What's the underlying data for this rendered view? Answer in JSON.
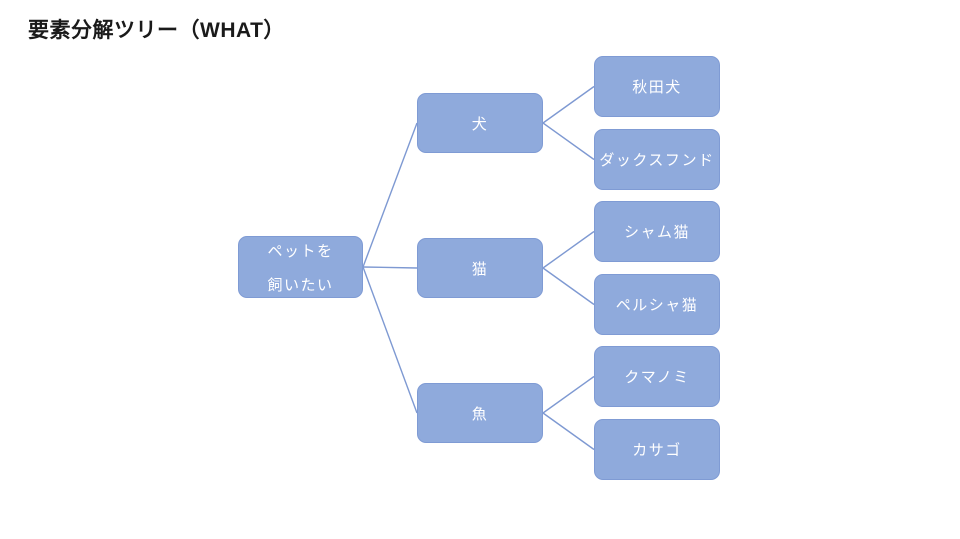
{
  "title": "要素分解ツリー（WHAT）",
  "colors": {
    "background": "#ffffff",
    "title_text": "#1a1a1a",
    "node_fill": "#8faadc",
    "node_border": "#7f9bd4",
    "node_text": "#ffffff",
    "connector": "#7e99d2"
  },
  "tree": {
    "root": {
      "label_line1": "ペットを",
      "label_line2": "飼いたい"
    },
    "branches": [
      {
        "label": "犬",
        "children": [
          {
            "label": "秋田犬"
          },
          {
            "label": "ダックスフンド"
          }
        ]
      },
      {
        "label": "猫",
        "children": [
          {
            "label": "シャム猫"
          },
          {
            "label": "ペルシャ猫"
          }
        ]
      },
      {
        "label": "魚",
        "children": [
          {
            "label": "クマノミ"
          },
          {
            "label": "カサゴ"
          }
        ]
      }
    ]
  }
}
